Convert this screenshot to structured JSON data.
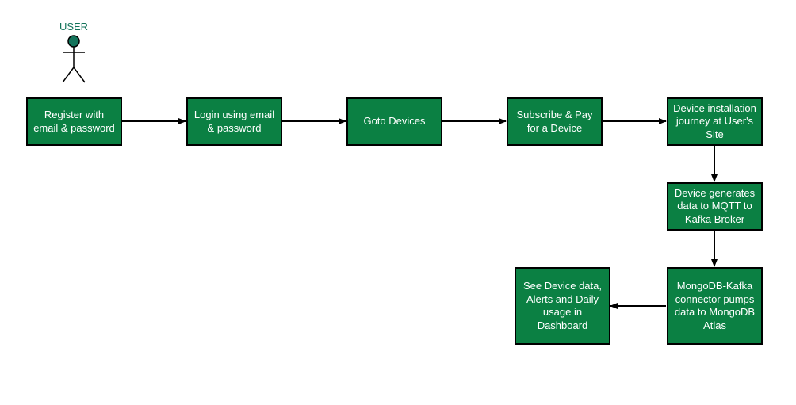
{
  "colors": {
    "node_fill": "#0b8043",
    "actor_label": "#13735a",
    "actor_head": "#13735a",
    "stroke": "#000000"
  },
  "actor": {
    "label": "USER"
  },
  "nodes": {
    "register": "Register with email & password",
    "login": "Login using email & password",
    "goto_devices": "Goto Devices",
    "subscribe": "Subscribe & Pay for a Device",
    "installation": "Device installation journey at User's Site",
    "generates": "Device generates data to MQTT to Kafka Broker",
    "connector": "MongoDB-Kafka connector pumps data to MongoDB Atlas",
    "dashboard": "See Device data, Alerts and Daily usage in Dashboard"
  }
}
